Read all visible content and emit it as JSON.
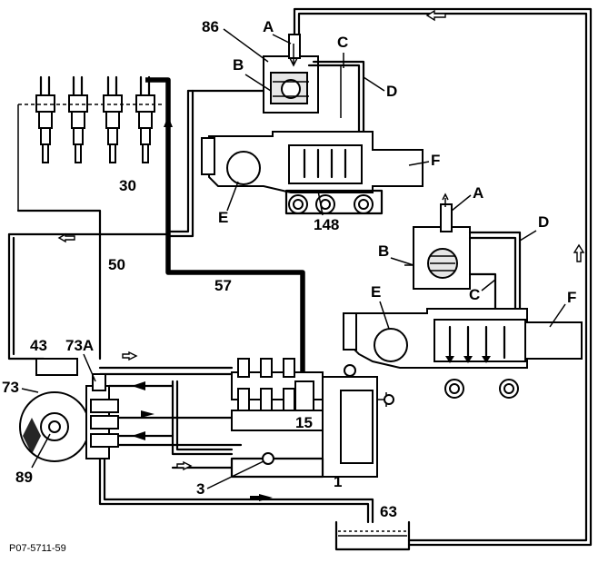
{
  "labels": {
    "A_top": "A",
    "n86": "86",
    "C_top": "C",
    "B_top": "B",
    "D_top": "D",
    "F_top": "F",
    "E_top": "E",
    "n148": "148",
    "n30": "30",
    "A_mid": "A",
    "B_mid": "B",
    "D_mid": "D",
    "C_mid": "C",
    "E_mid": "E",
    "F_mid": "F",
    "n50": "50",
    "n57": "57",
    "n43": "43",
    "n73A": "73A",
    "n73": "73",
    "n15": "15",
    "n89": "89",
    "n3": "3",
    "n1": "1",
    "n63": "63"
  },
  "figure_code": "P07-5711-59"
}
